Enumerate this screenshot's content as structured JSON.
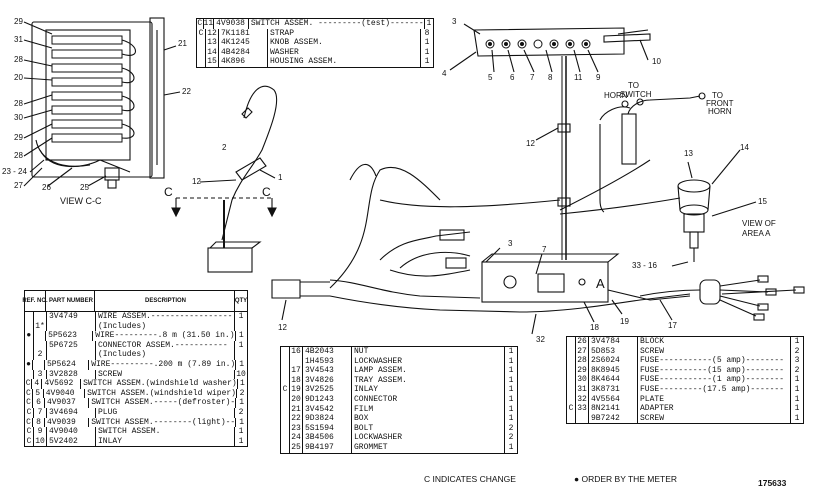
{
  "views": {
    "view_cc": "VIEW C-C",
    "view_area_a": [
      "VIEW OF",
      "AREA A"
    ],
    "section_c": "C",
    "area_a": "A",
    "horn": "HORN",
    "to_switch": [
      "TO",
      "SWITCH"
    ],
    "to_front_horn": [
      "TO",
      "FRONT",
      "HORN"
    ]
  },
  "callouts": {
    "switch_panel": [
      "29",
      "31",
      "28",
      "20",
      "28",
      "30",
      "29",
      "28",
      "23 - 24",
      "27",
      "26",
      "25",
      "21",
      "22"
    ],
    "wire_assy": [
      "2",
      "12",
      "1"
    ],
    "top_panel": [
      "3",
      "10",
      "4",
      "5",
      "6",
      "7",
      "8",
      "11",
      "9",
      "12"
    ],
    "horn_area": [
      "13",
      "14",
      "15",
      "33 - 16"
    ],
    "main_harness": [
      "3",
      "7",
      "12",
      "32",
      "18",
      "19",
      "17"
    ]
  },
  "table_top": {
    "rows": [
      {
        "c": "C",
        "n": "11",
        "p": "4V9038",
        "d": "SWITCH ASSEM. ---------(test)-------",
        "q": "1"
      },
      {
        "c": "C",
        "n": "12",
        "p": "7K1181",
        "d": "STRAP",
        "q": "8"
      },
      {
        "c": "",
        "n": "13",
        "p": "4K1245",
        "d": "KNOB ASSEM.",
        "q": "1"
      },
      {
        "c": "",
        "n": "14",
        "p": "4B4284",
        "d": "WASHER",
        "q": "1"
      },
      {
        "c": "",
        "n": "15",
        "p": "4K896",
        "d": "HOUSING ASSEM.",
        "q": "1"
      }
    ]
  },
  "table_left": {
    "headers": {
      "no": "REF. NO.",
      "part": "PART NUMBER",
      "desc": "DESCRIPTION",
      "qty": "QTY"
    },
    "rows": [
      {
        "c": "",
        "n": "",
        "p": "3V4749",
        "d": "WIRE ASSEM.-----------------",
        "q": "1"
      },
      {
        "c": "",
        "n": "1*",
        "p": "",
        "d": "(Includes)",
        "q": ""
      },
      {
        "c": "●",
        "n": "",
        "p": "5P5623",
        "d": "WIRE---------.8 m (31.50 in.)",
        "q": "1"
      },
      {
        "c": "",
        "n": "",
        "p": "5P6725",
        "d": "CONNECTOR ASSEM.-----------",
        "q": "1"
      },
      {
        "c": "",
        "n": "2",
        "p": "",
        "d": "(Includes)",
        "q": ""
      },
      {
        "c": "●",
        "n": "",
        "p": "5P5624",
        "d": "WIRE---------.200 m (7.89 in.)",
        "q": "1"
      },
      {
        "c": "",
        "n": "3",
        "p": "3V2828",
        "d": "SCREW",
        "q": "10"
      },
      {
        "c": "C",
        "n": "4",
        "p": "4V5692",
        "d": "SWITCH ASSEM.(windshield washer)",
        "q": "1"
      },
      {
        "c": "C",
        "n": "5",
        "p": "4V9040",
        "d": "SWITCH ASSEM.(windshield wiper)",
        "q": "2"
      },
      {
        "c": "C",
        "n": "6",
        "p": "4V9037",
        "d": "SWITCH ASSEM.-----(defroster)-",
        "q": "1"
      },
      {
        "c": "C",
        "n": "7",
        "p": "3V4694",
        "d": "PLUG",
        "q": "2"
      },
      {
        "c": "C",
        "n": "8",
        "p": "4V9039",
        "d": "SWITCH ASSEM.--------(light)--",
        "q": "1"
      },
      {
        "c": "C",
        "n": "9",
        "p": "4V9040",
        "d": "SWITCH ASSEM.",
        "q": "1"
      },
      {
        "c": "C",
        "n": "10",
        "p": "5V2402",
        "d": "INLAY",
        "q": "1"
      }
    ]
  },
  "table_middle": {
    "rows": [
      {
        "c": "",
        "n": "16",
        "p": "4B2043",
        "d": "NUT",
        "q": "1"
      },
      {
        "c": "",
        "n": "",
        "p": "1H4593",
        "d": "LOCKWASHER",
        "q": "1"
      },
      {
        "c": "",
        "n": "17",
        "p": "3V4543",
        "d": "LAMP ASSEM.",
        "q": "1"
      },
      {
        "c": "",
        "n": "18",
        "p": "3V4826",
        "d": "TRAY ASSEM.",
        "q": "1"
      },
      {
        "c": "C",
        "n": "19",
        "p": "3V2525",
        "d": "INLAY",
        "q": "1"
      },
      {
        "c": "",
        "n": "20",
        "p": "9D1243",
        "d": "CONNECTOR",
        "q": "1"
      },
      {
        "c": "",
        "n": "21",
        "p": "3V4542",
        "d": "FILM",
        "q": "1"
      },
      {
        "c": "",
        "n": "22",
        "p": "9D3824",
        "d": "BOX",
        "q": "1"
      },
      {
        "c": "",
        "n": "23",
        "p": "5S1594",
        "d": "BOLT",
        "q": "2"
      },
      {
        "c": "",
        "n": "24",
        "p": "3B4506",
        "d": "LOCKWASHER",
        "q": "2"
      },
      {
        "c": "",
        "n": "25",
        "p": "9B4197",
        "d": "GROMMET",
        "q": "1"
      }
    ]
  },
  "table_right": {
    "rows": [
      {
        "c": "",
        "n": "26",
        "p": "3V4784",
        "d": "BLOCK",
        "q": "1"
      },
      {
        "c": "",
        "n": "27",
        "p": "5D853",
        "d": "SCREW",
        "q": "2"
      },
      {
        "c": "",
        "n": "28",
        "p": "2S6024",
        "d": "FUSE-----------(5 amp)--------",
        "q": "3"
      },
      {
        "c": "",
        "n": "29",
        "p": "8K8945",
        "d": "FUSE----------(15 amp)--------",
        "q": "2"
      },
      {
        "c": "",
        "n": "30",
        "p": "8K4644",
        "d": "FUSE-----------(1 amp)--------",
        "q": "1"
      },
      {
        "c": "",
        "n": "31",
        "p": "3K8731",
        "d": "FUSE---------(17.5 amp)-------",
        "q": "1"
      },
      {
        "c": "",
        "n": "32",
        "p": "4V5564",
        "d": "PLATE",
        "q": "1"
      },
      {
        "c": "C",
        "n": "33",
        "p": "8N2141",
        "d": "ADAPTER",
        "q": "1"
      },
      {
        "c": "",
        "n": "",
        "p": "9B7242",
        "d": "SCREW",
        "q": "1"
      }
    ]
  },
  "footnotes": {
    "change": "C  INDICATES CHANGE",
    "meter": "● ORDER BY THE METER",
    "figure_number": "175633"
  }
}
